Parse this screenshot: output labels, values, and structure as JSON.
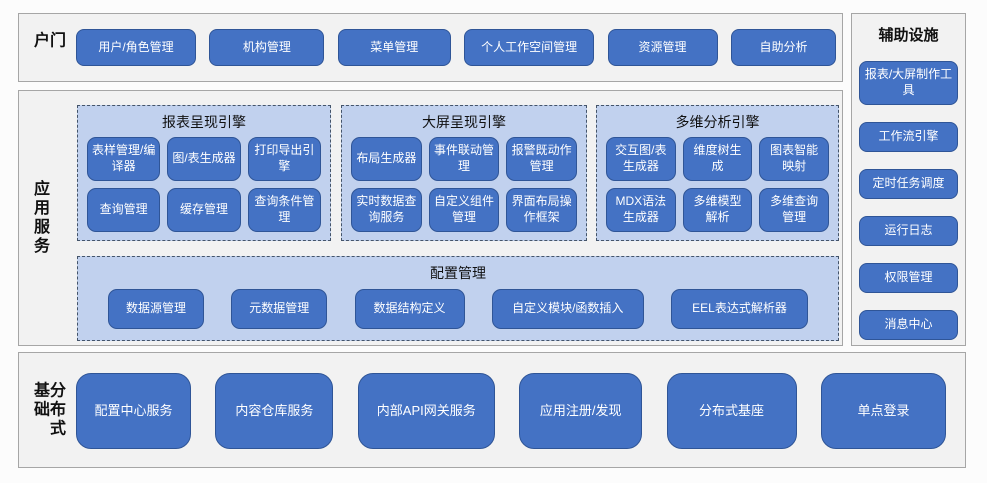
{
  "portal": {
    "label": "门户",
    "items": [
      "用户/角色管理",
      "机构管理",
      "菜单管理",
      "个人工作空间管理",
      "资源管理",
      "自助分析"
    ]
  },
  "app_services": {
    "label": "应用服务",
    "engines": [
      {
        "title": "报表呈现引擎",
        "items": [
          "表样管理/编译器",
          "图/表生成器",
          "打印导出引擎",
          "查询管理",
          "缓存管理",
          "查询条件管理"
        ]
      },
      {
        "title": "大屏呈现引擎",
        "items": [
          "布局生成器",
          "事件联动管理",
          "报警既动作管理",
          "实时数据查询服务",
          "自定义组件管理",
          "界面布局操作框架"
        ]
      },
      {
        "title": "多维分析引擎",
        "items": [
          "交互图/表生成器",
          "维度树生成",
          "图表智能映射",
          "MDX语法生成器",
          "多维模型解析",
          "多维查询管理"
        ]
      }
    ],
    "config": {
      "title": "配置管理",
      "items": [
        "数据源管理",
        "元数据管理",
        "数据结构定义",
        "自定义模块/函数插入",
        "EEL表达式解析器"
      ]
    }
  },
  "aux": {
    "title": "辅助设施",
    "items": [
      "报表/大屏制作工具",
      "工作流引擎",
      "定时任务调度",
      "运行日志",
      "权限管理",
      "消息中心"
    ]
  },
  "foundation": {
    "label": "分布式基础",
    "items": [
      "配置中心服务",
      "内容仓库服务",
      "内部API网关服务",
      "应用注册/发现",
      "分布式基座",
      "单点登录"
    ]
  },
  "colors": {
    "node_fill": "#4472c4",
    "node_border": "#2f5597",
    "group_fill": "#c1d1ee",
    "group_dash": "#44546a",
    "panel_fill": "#f2f2f2",
    "panel_border": "#a6a6a6"
  }
}
